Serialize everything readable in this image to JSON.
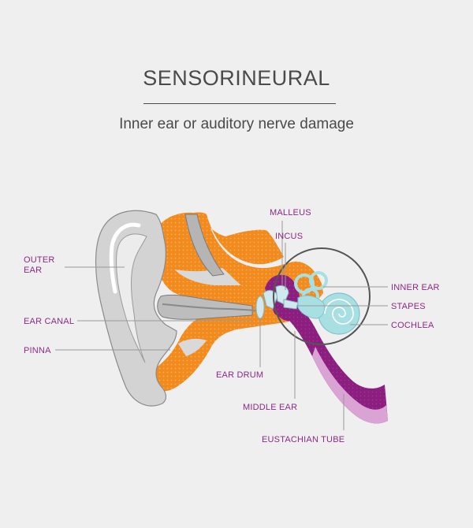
{
  "header": {
    "title": "SENSORINEURAL",
    "subtitle": "Inner ear or auditory nerve damage"
  },
  "labels": {
    "outer_ear_line1": "OUTER",
    "outer_ear_line2": "EAR",
    "ear_canal": "EAR CANAL",
    "pinna": "PINNA",
    "malleus": "MALLEUS",
    "incus": "INCUS",
    "inner_ear": "INNER EAR",
    "stapes": "STAPES",
    "cochlea": "COCHLEA",
    "ear_drum": "EAR DRUM",
    "middle_ear": "MIDDLE EAR",
    "eustachian_tube": "EUSTACHIAN TUBE"
  },
  "colors": {
    "background": "#efefef",
    "label": "#8b2a86",
    "orange": "#f28a1e",
    "purple": "#8b1e7f",
    "light_purple": "#d9a3d4",
    "cochlea": "#a8dfe3",
    "ear_gray": "#d5d5d5"
  }
}
